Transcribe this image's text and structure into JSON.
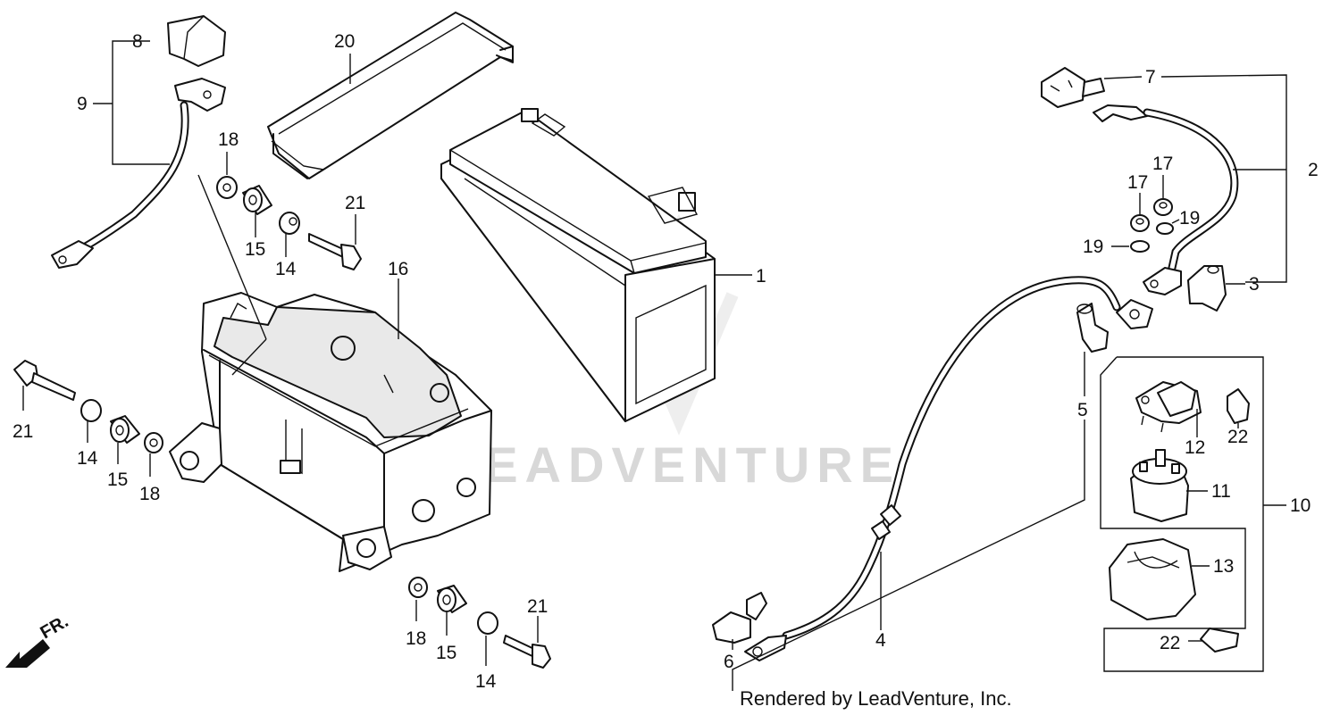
{
  "watermark": "LEADVENTURE",
  "footer": "Rendered by LeadVenture, Inc.",
  "direction_label": "FR.",
  "callouts": {
    "c1": "1",
    "c2": "2",
    "c3": "3",
    "c4": "4",
    "c5": "5",
    "c6": "6",
    "c7": "7",
    "c8": "8",
    "c9": "9",
    "c10": "10",
    "c11": "11",
    "c12": "12",
    "c13": "13",
    "c14a": "14",
    "c14b": "14",
    "c14c": "14",
    "c15a": "15",
    "c15b": "15",
    "c15c": "15",
    "c16": "16",
    "c17a": "17",
    "c17b": "17",
    "c18a": "18",
    "c18b": "18",
    "c18c": "18",
    "c19a": "19",
    "c19b": "19",
    "c20": "20",
    "c21a": "21",
    "c21b": "21",
    "c21c": "21",
    "c22a": "22",
    "c22b": "22"
  }
}
